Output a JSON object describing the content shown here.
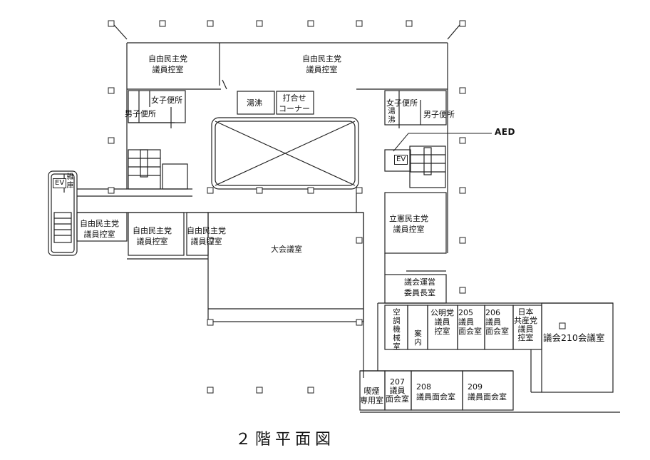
{
  "floor_title": "２階平面図",
  "aed_label": "AED",
  "rooms": {
    "ldp_office_top_left": "自由民主党\n議員控室",
    "ldp_office_top_right": "自由民主党\n議員控室",
    "ldp_office_mid_a": "自由民主党\n議員控室",
    "ldp_office_mid_b": "自由民主党\n議員控室",
    "ldp_office_mid_c": "自由民主党\n議員控室",
    "yuwakashi_center": "湯沸",
    "meeting_corner": "打合せ\nコーナー",
    "womens_restroom_left": "女子便所",
    "mens_restroom_left": "男子便所",
    "womens_restroom_right": "女子便所",
    "mens_restroom_right": "男子便所",
    "yuwakashi_right": "湯沸",
    "storage": "雑庫",
    "cdp_office": "立憲民主党\n議員控室",
    "steering_committee": "議会運営\n委員長室",
    "main_assembly_hall": "大会議室",
    "hvac_room": "空調機械室",
    "information": "案内",
    "komeito_office": "公明党\n議員\n控室",
    "room_205": "205\n議員\n面会室",
    "room_206": "206\n議員\n面会室",
    "jcp_office": "日本\n共産党\n議員\n控室",
    "room_210": "議会210会議室",
    "smoking_room": "喫煙\n専用室",
    "room_207": "207\n議員\n面会室",
    "room_208": "208\n議員面会室",
    "room_209": "209\n議員面会室"
  },
  "elevator_labels": [
    "EV",
    "EV"
  ]
}
